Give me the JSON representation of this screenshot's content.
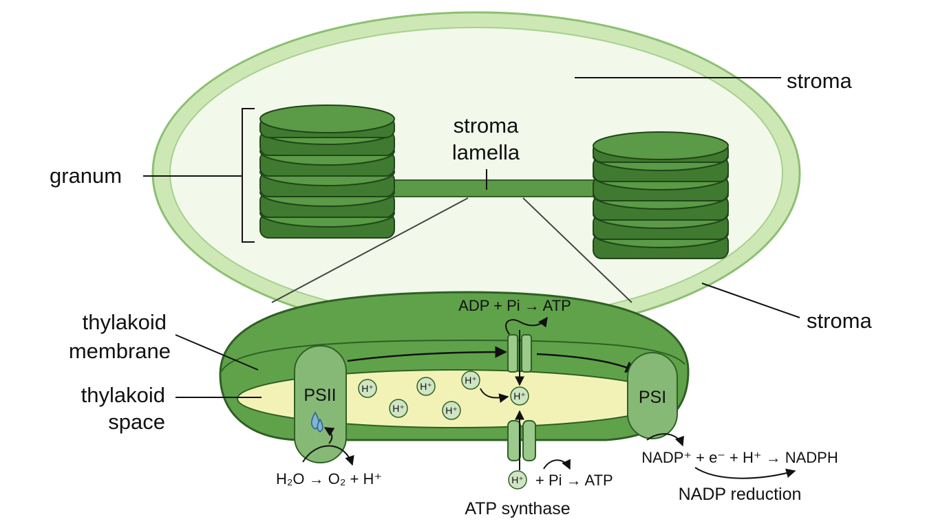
{
  "labels": {
    "stroma_top": "stroma",
    "stroma_right": "stroma",
    "granum": "granum",
    "stroma_lamella_line1": "stroma",
    "stroma_lamella_line2": "lamella",
    "thylakoid_membrane_line1": "thylakoid",
    "thylakoid_membrane_line2": "membrane",
    "thylakoid_space_line1": "thylakoid",
    "thylakoid_space_line2": "space",
    "psii": "PSII",
    "psi": "PSI",
    "atp_synthase": "ATP synthase",
    "nadp_reduction": "NADP reduction"
  },
  "equations": {
    "atp_top": "ADP + Pi → ATP",
    "water_split": "H₂O → O₂ + H⁺",
    "atp_bottom": "+ Pi → ATP",
    "nadph": "NADP⁺ + e⁻ + H⁺ → NADPH"
  },
  "ions": {
    "proton": "H⁺"
  },
  "colors": {
    "chloroplast_outer": "#cde8b5",
    "chloroplast_inner": "#f2f8ea",
    "granum_dark": "#3f7a30",
    "granum_light": "#5b9a46",
    "membrane": "#5fa24a",
    "lumen": "#f3f2b6",
    "psii_fill": "#86b876",
    "atp_synthase_fill": "#9cc98c",
    "proton_fill": "#cfe5c3",
    "water_drop": "#7fb4d8"
  }
}
